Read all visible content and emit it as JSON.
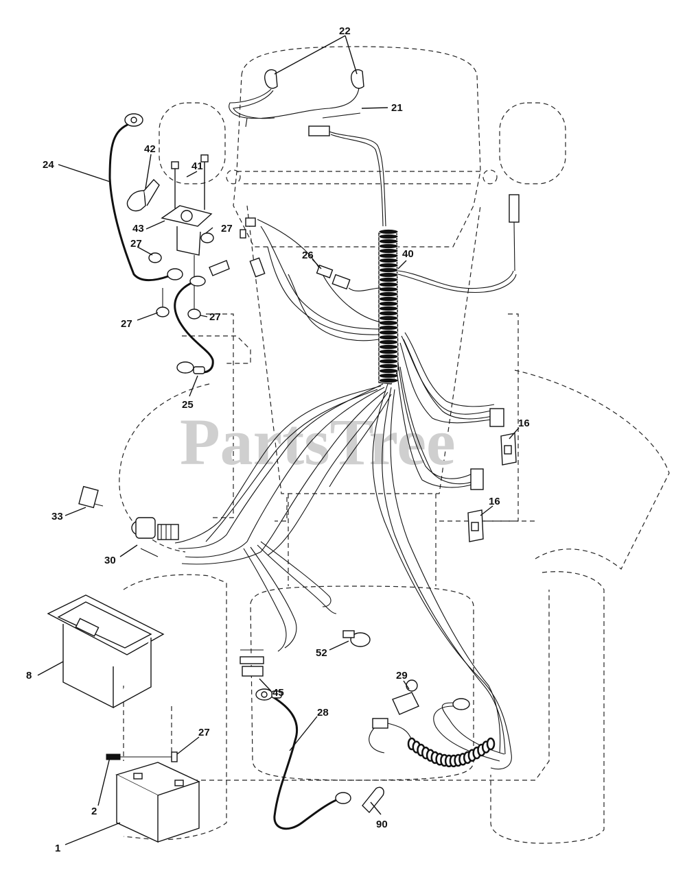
{
  "watermark": "PartsTree",
  "callouts": {
    "c1": "1",
    "c2": "2",
    "c8": "8",
    "c16a": "16",
    "c16b": "16",
    "c21": "21",
    "c22": "22",
    "c24": "24",
    "c25": "25",
    "c26": "26",
    "c27a": "27",
    "c27b": "27",
    "c27c": "27",
    "c27d": "27",
    "c27e": "27",
    "c28": "28",
    "c29": "29",
    "c30": "30",
    "c33": "33",
    "c40": "40",
    "c41": "41",
    "c42": "42",
    "c43": "43",
    "c45": "45",
    "c52": "52",
    "c90": "90"
  }
}
